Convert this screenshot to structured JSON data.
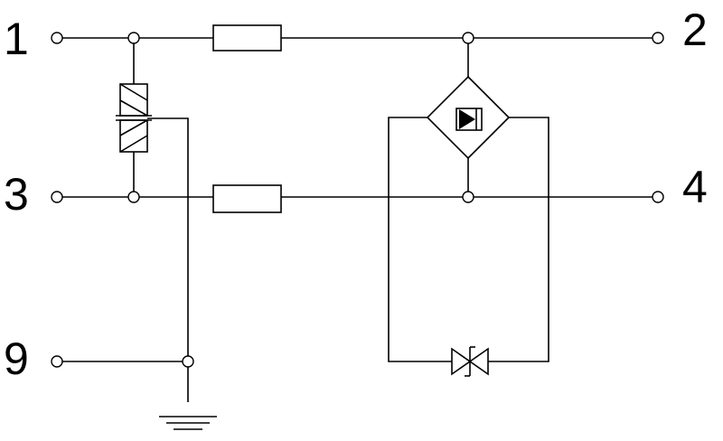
{
  "terminals": {
    "t1": "1",
    "t2": "2",
    "t3": "3",
    "t4": "4",
    "t9": "9"
  },
  "colors": {
    "line": "#000000",
    "background": "#ffffff"
  }
}
